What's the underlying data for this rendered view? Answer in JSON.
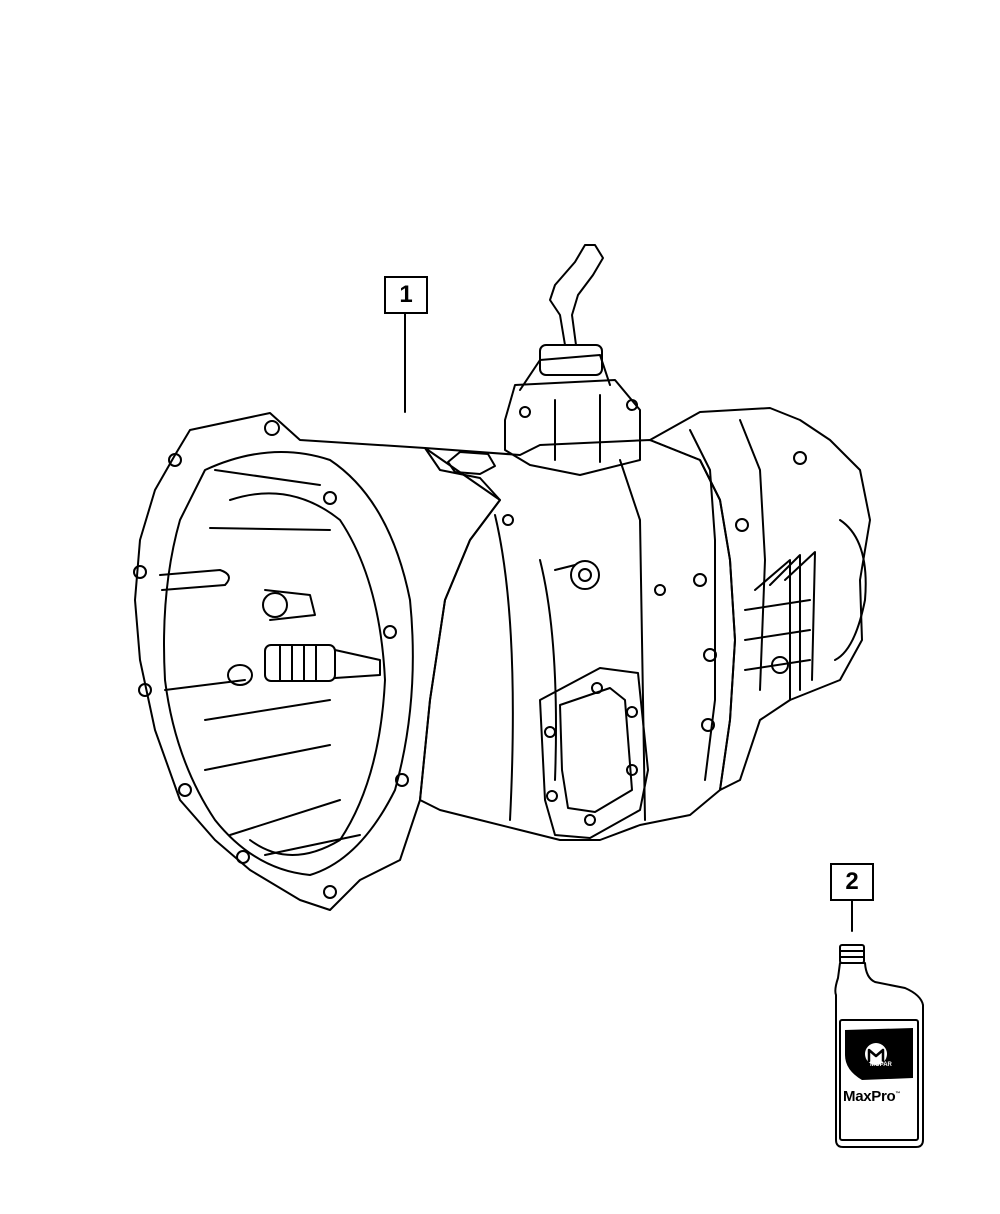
{
  "callouts": [
    {
      "number": "1",
      "part": "transmission"
    },
    {
      "number": "2",
      "part": "fluid-bottle"
    }
  ],
  "bottle_label": {
    "brand": "MOPAR",
    "product": "MaxPro",
    "trademark": "™"
  },
  "colors": {
    "line": "#000000",
    "background": "#ffffff"
  }
}
